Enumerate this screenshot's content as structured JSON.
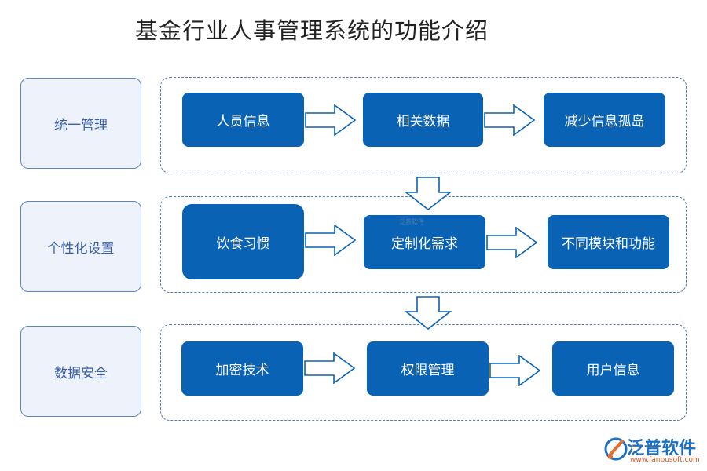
{
  "title": "基金行业人事管理系统的功能介绍",
  "rows": [
    {
      "label": "统一管理",
      "steps": [
        "人员信息",
        "相关数据",
        "减少信息孤岛"
      ]
    },
    {
      "label": "个性化设置",
      "steps": [
        "饮食习惯",
        "定制化需求",
        "不同模块和功能"
      ]
    },
    {
      "label": "数据安全",
      "steps": [
        "加密技术",
        "权限管理",
        "用户信息"
      ]
    }
  ],
  "watermark": "泛普软件",
  "logo": {
    "name": "泛普软件",
    "url": "www.fanpusoft.com"
  },
  "colors": {
    "node": "#0a62b4",
    "side_bg": "#eef3fb",
    "border": "#5b86c4"
  }
}
